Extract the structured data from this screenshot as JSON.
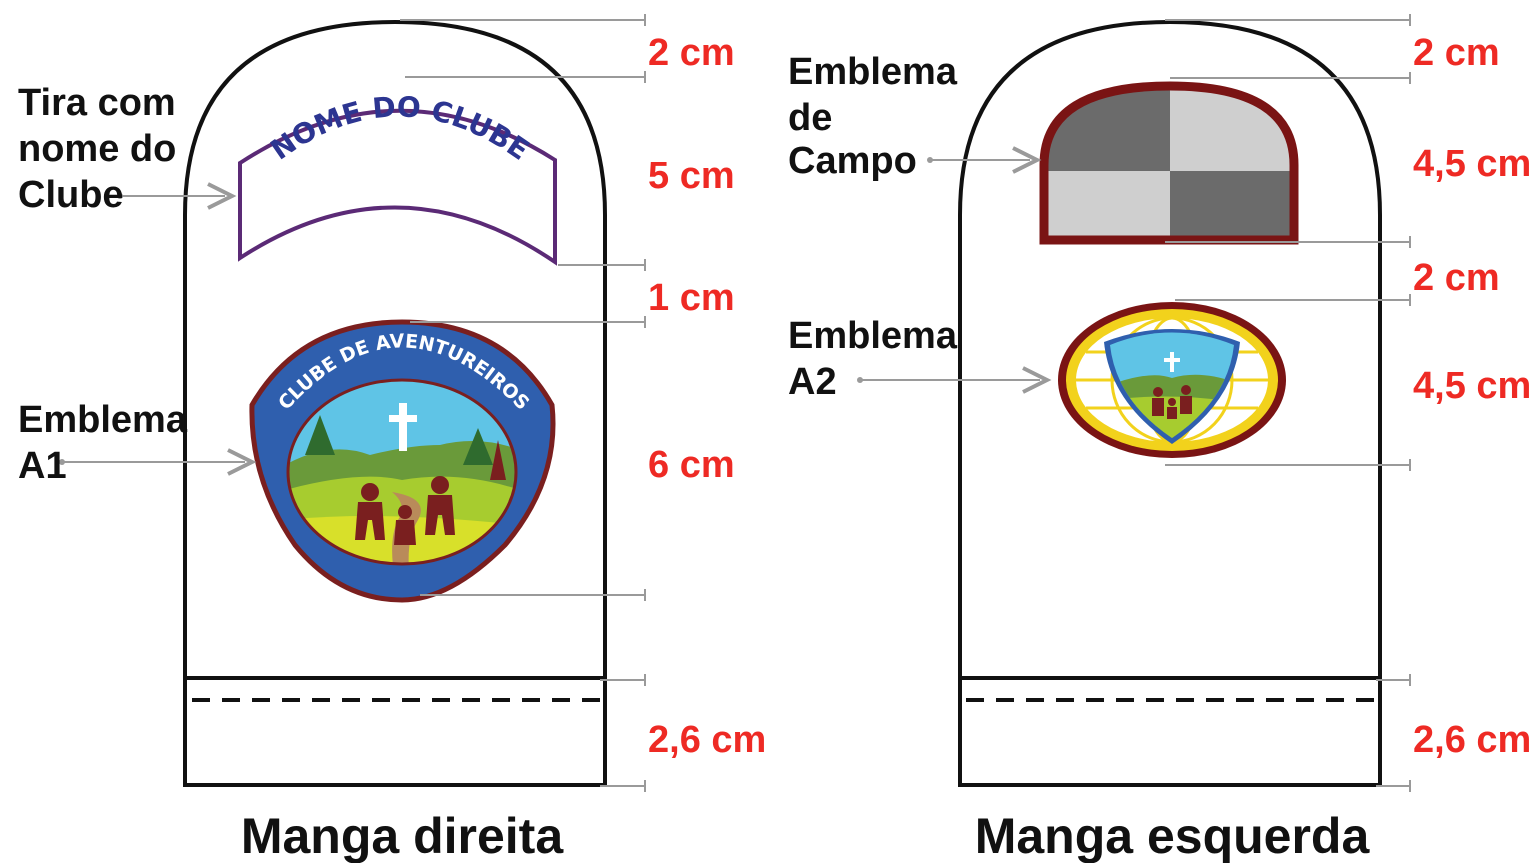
{
  "colors": {
    "dimension": "#ee2a24",
    "outline": "#111111",
    "guide": "#9a9a9a",
    "strip_border": "#5b2a76",
    "strip_text": "#2c3591",
    "badge_blue": "#2f5fae",
    "badge_rim": "#7a1f1f",
    "field_rim": "#7a1414",
    "field_dark": "#6b6b6b",
    "field_light": "#cfcfcf",
    "a2_gold": "#f2d21c"
  },
  "right_sleeve": {
    "title": "Manga direita",
    "strip_label": [
      "Tira com",
      "nome do",
      "Clube"
    ],
    "strip_text": "NOME DO CLUBE",
    "a1_label": [
      "Emblema",
      "A1"
    ],
    "a1_badge_text": "CLUBE DE AVENTUREIROS",
    "dimensions": [
      "2 cm",
      "5 cm",
      "1 cm",
      "6 cm",
      "2,6 cm"
    ]
  },
  "left_sleeve": {
    "title": "Manga esquerda",
    "field_label": [
      "Emblema",
      "de",
      "Campo"
    ],
    "a2_label": [
      "Emblema",
      "A2"
    ],
    "dimensions": [
      "2 cm",
      "4,5 cm",
      "2 cm",
      "4,5 cm",
      "2,6 cm"
    ]
  }
}
